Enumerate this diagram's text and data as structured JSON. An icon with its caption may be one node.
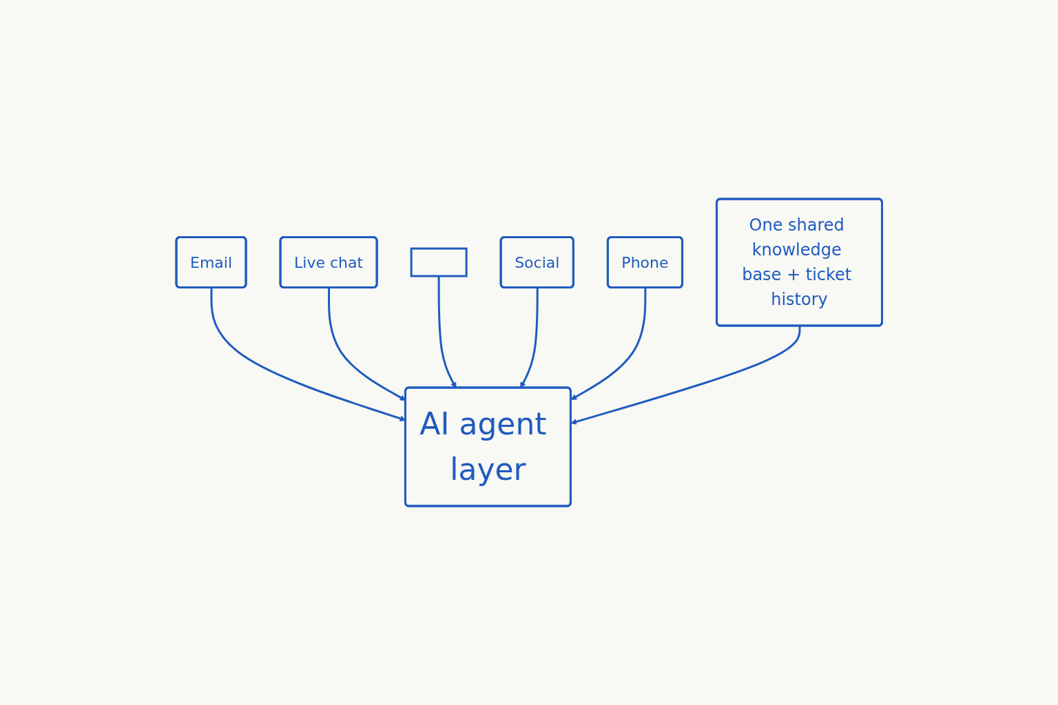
{
  "diagram": {
    "nodes": [
      {
        "text": [
          "Email"
        ]
      },
      {
        "text": [
          "Live chat"
        ]
      },
      {
        "text": [],
        "shape": "box"
      },
      {
        "text": [
          "Social"
        ]
      },
      {
        "text": [
          "Phone"
        ]
      },
      {
        "text": [
          "AI agent layer"
        ]
      },
      {
        "text": [
          "One shared knowledge base + ticket history"
        ]
      }
    ],
    "edges": [
      {
        "from": 0,
        "to": 5,
        "arrow": "to"
      },
      {
        "from": 1,
        "to": 5,
        "arrow": "to"
      },
      {
        "from": 2,
        "to": 5,
        "arrow": "to"
      },
      {
        "from": 3,
        "to": 5,
        "arrow": "to"
      },
      {
        "from": 4,
        "to": 5,
        "arrow": "to"
      },
      {
        "from": 6,
        "to": 5,
        "arrow": "to"
      }
    ]
  }
}
